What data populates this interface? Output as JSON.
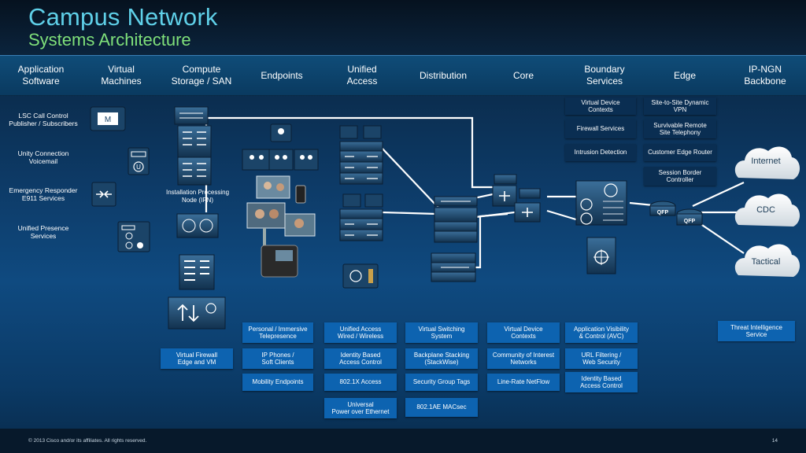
{
  "title": "Campus Network",
  "subtitle": "Systems Architecture",
  "columns": [
    {
      "line1": "Application",
      "line2": "Software"
    },
    {
      "line1": "Virtual",
      "line2": "Machines"
    },
    {
      "line1": "Compute",
      "line2": "Storage / SAN"
    },
    {
      "line1": "Endpoints",
      "line2": ""
    },
    {
      "line1": "Unified",
      "line2": "Access"
    },
    {
      "line1": "Distribution",
      "line2": ""
    },
    {
      "line1": "Core",
      "line2": ""
    },
    {
      "line1": "Boundary",
      "line2": "Services"
    },
    {
      "line1": "Edge",
      "line2": ""
    },
    {
      "line1": "IP-NGN",
      "line2": "Backbone"
    }
  ],
  "left_labels": [
    {
      "line1": "LSC Call Control",
      "line2": "Publisher / Subscribers"
    },
    {
      "line1": "Unity Connection",
      "line2": "Voicemail"
    },
    {
      "line1": "Emergency Responder",
      "line2": "E911 Services"
    },
    {
      "line1": "Unified Presence",
      "line2": "Services"
    }
  ],
  "ipn_label": {
    "line1": "Installation Processing",
    "line2": "Node (IPN)"
  },
  "boundary_caps": [
    {
      "line1": "Virtual Device",
      "line2": "Contexts"
    },
    {
      "line1": "Firewall Services",
      "line2": ""
    },
    {
      "line1": "Intrusion Detection",
      "line2": ""
    }
  ],
  "edge_caps": [
    {
      "line1": "Site-to-Site Dynamic",
      "line2": "VPN"
    },
    {
      "line1": "Survivable Remote",
      "line2": "Site Telephony"
    },
    {
      "line1": "Customer Edge Router",
      "line2": ""
    },
    {
      "line1": "Session Border",
      "line2": "Controller"
    }
  ],
  "qfp_label": "QFP",
  "clouds": [
    "Internet",
    "CDC",
    "Tactical"
  ],
  "bottom_caps": [
    {
      "line1": "Personal / Immersive",
      "line2": "Telepresence"
    },
    {
      "line1": "Unified Access",
      "line2": "Wired / Wireless"
    },
    {
      "line1": "Virtual Switching",
      "line2": "System"
    },
    {
      "line1": "Virtual Device",
      "line2": "Contexts"
    },
    {
      "line1": "Application Visibility",
      "line2": "& Control (AVC)"
    },
    {
      "line1": "Threat Intelligence",
      "line2": "Service"
    },
    {
      "line1": "Virtual Firewall",
      "line2": "Edge and VM"
    },
    {
      "line1": "IP Phones /",
      "line2": "Soft Clients"
    },
    {
      "line1": "Identity Based",
      "line2": "Access Control"
    },
    {
      "line1": "Backplane Stacking",
      "line2": "(StackWise)"
    },
    {
      "line1": "Community of Interest",
      "line2": "Networks"
    },
    {
      "line1": "URL Filtering /",
      "line2": "Web Security"
    },
    {
      "line1": "Mobility Endpoints",
      "line2": ""
    },
    {
      "line1": "802.1X Access",
      "line2": ""
    },
    {
      "line1": "Security Group Tags",
      "line2": ""
    },
    {
      "line1": "Line-Rate NetFlow",
      "line2": ""
    },
    {
      "line1": "Identity Based",
      "line2": "Access Control"
    },
    {
      "line1": "Universal",
      "line2": "Power over Ethernet"
    },
    {
      "line1": "802.1AE MACsec",
      "line2": ""
    }
  ],
  "footer": "© 2013 Cisco and/or its affiliates. All rights reserved.",
  "page_number": "14",
  "colors": {
    "capability_box": "#0d63b0",
    "title": "#5fd0e8",
    "subtitle": "#7fe07a",
    "link": "#ffffff"
  }
}
